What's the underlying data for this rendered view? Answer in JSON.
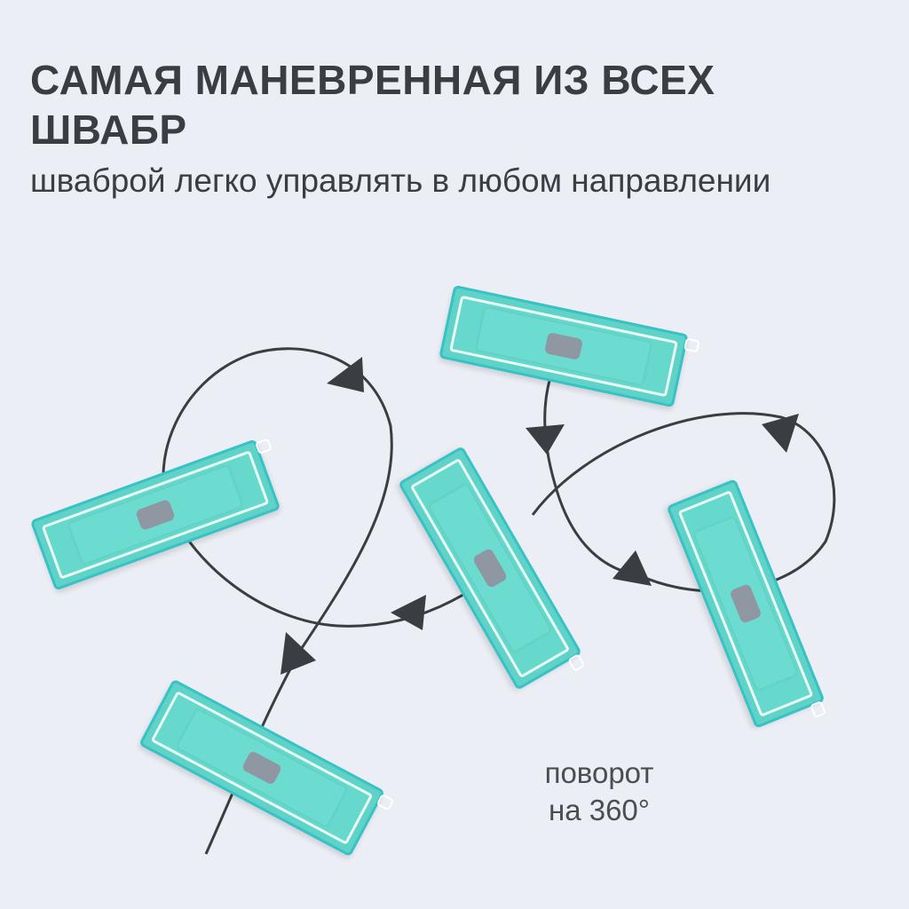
{
  "header": {
    "title": "САМАЯ МАНЕВРЕННАЯ ИЗ ВСЕХ ШВАБР",
    "subtitle": "шваброй легко управлять в любом направлении"
  },
  "caption": {
    "line1": "поворот",
    "line2": "на 360°"
  },
  "colors": {
    "background": "#eceef5",
    "text": "#3a3d42",
    "mop": "#5fd3c7",
    "handle": "#8f97a3"
  }
}
